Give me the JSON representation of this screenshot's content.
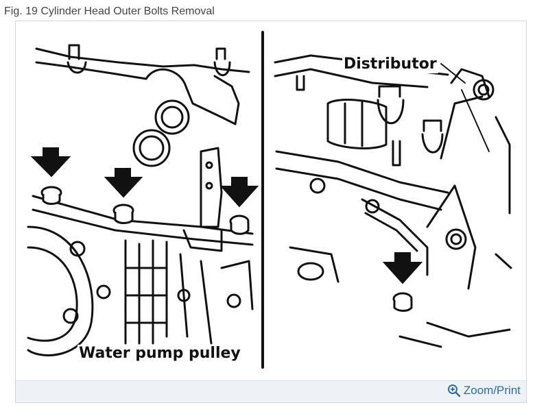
{
  "caption": "Fig. 19 Cylinder Head Outer Bolts Removal",
  "labels": {
    "left": "Water pump pulley",
    "right": "Distributor"
  },
  "footer": {
    "zoom_label": "Zoom/Print",
    "zoom_icon": "magnifier-plus-icon",
    "link_color": "#2e6da4"
  }
}
